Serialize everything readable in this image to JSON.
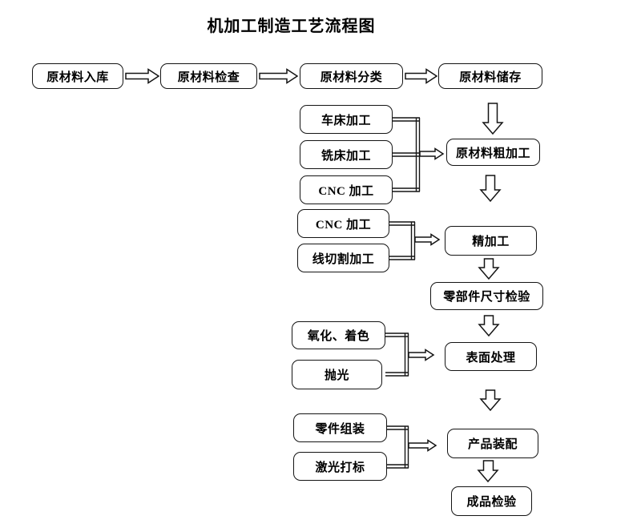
{
  "title": "机加工制造工艺流程图",
  "colors": {
    "line": "#141414",
    "box_border": "#141414",
    "box_fill": "#ffffff",
    "text": "#000000",
    "background": "#ffffff"
  },
  "nodes": {
    "top": [
      "原材料入库",
      "原材料检查",
      "原材料分类",
      "原材料储存"
    ],
    "right": [
      "原材料粗加工",
      "精加工",
      "零部件尺寸检验",
      "表面处理",
      "产品装配",
      "成品检验"
    ],
    "groups": [
      {
        "target": "原材料粗加工",
        "items": [
          "车床加工",
          "铣床加工",
          "CNC 加工"
        ]
      },
      {
        "target": "精加工",
        "items": [
          "CNC 加工",
          "线切割加工"
        ]
      },
      {
        "target": "表面处理",
        "items": [
          "氧化、着色",
          "抛光"
        ]
      },
      {
        "target": "产品装配",
        "items": [
          "零件组装",
          "激光打标"
        ]
      }
    ]
  }
}
